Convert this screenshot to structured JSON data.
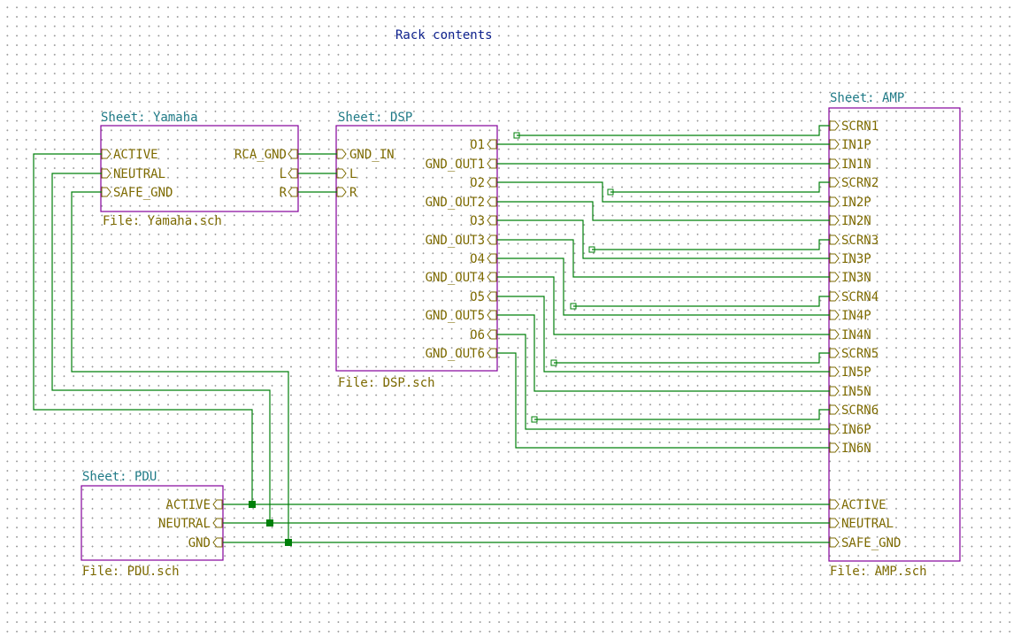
{
  "title": "Rack contents",
  "sheets": {
    "yamaha": {
      "name": "Sheet: Yamaha",
      "file": "File: Yamaha.sch",
      "pins_left": [
        "ACTIVE",
        "NEUTRAL",
        "SAFE_GND"
      ],
      "pins_right": [
        "RCA_GND",
        "L",
        "R"
      ]
    },
    "dsp": {
      "name": "Sheet: DSP",
      "file": "File: DSP.sch",
      "pins_left": [
        "GND_IN",
        "L",
        "R"
      ],
      "pins_right": [
        "O1",
        "GND_OUT1",
        "O2",
        "GND_OUT2",
        "O3",
        "GND_OUT3",
        "O4",
        "GND_OUT4",
        "O5",
        "GND_OUT5",
        "O6",
        "GND_OUT6"
      ]
    },
    "amp": {
      "name": "Sheet: AMP",
      "file": "File: AMP.sch",
      "pins_left": [
        "SCRN1",
        "IN1P",
        "IN1N",
        "SCRN2",
        "IN2P",
        "IN2N",
        "SCRN3",
        "IN3P",
        "IN3N",
        "SCRN4",
        "IN4P",
        "IN4N",
        "SCRN5",
        "IN5P",
        "IN5N",
        "SCRN6",
        "IN6P",
        "IN6N"
      ],
      "pins_power": [
        "ACTIVE",
        "NEUTRAL",
        "SAFE_GND"
      ]
    },
    "pdu": {
      "name": "Sheet: PDU",
      "file": "File: PDU.sch",
      "pins_right": [
        "ACTIVE",
        "NEUTRAL",
        "GND"
      ]
    }
  },
  "colors": {
    "sheet_border": "#84009b",
    "sheet_name": "#1f7a86",
    "pin_text": "#7d6a00",
    "wire": "#00800a",
    "title": "#0a1e8c"
  }
}
